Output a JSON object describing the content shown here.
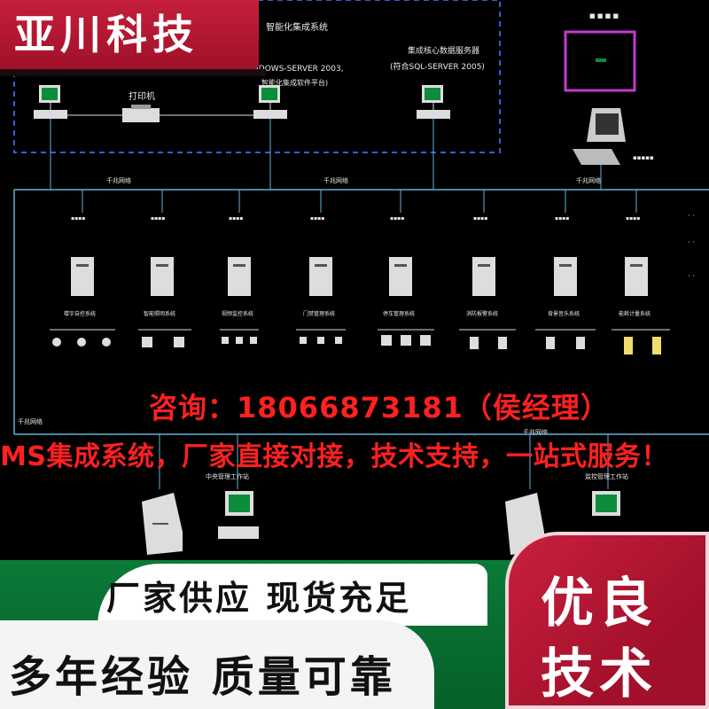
{
  "brand": {
    "name": "亚川科技"
  },
  "diagram": {
    "top_servers": {
      "left_title": "智能化集成系统",
      "left_sub": "(WINDOWS-SERVER 2003,",
      "left_sub2": "智能化集成软件平台)",
      "right_title": "集成核心数据服务器",
      "right_sub": "(符合SQL-SERVER 2005)",
      "printer": "打印机"
    },
    "network_labels": [
      "千兆网络",
      "千兆网络",
      "千兆网络",
      "千兆网络",
      "千兆网络"
    ],
    "subsystems": [
      "楼宇自控系统",
      "智能照明系统",
      "视频监控系统",
      "门禁管理系统",
      "停车管理系统",
      "消防报警系统",
      "背景音乐系统",
      "能耗计量系统"
    ],
    "bottom_labels": [
      "中央管理工作站",
      "监控管理工作站"
    ]
  },
  "contact": "咨询：18066873181（侯经理）",
  "slogan": "MS集成系统，厂家直接对接，技术支持，一站式服务！",
  "banners": {
    "line1": "厂家供应 现货充足",
    "line2": "多年经验 质量可靠",
    "red1": "优良",
    "red2": "技术"
  },
  "colors": {
    "background": "#000000",
    "bus_line": "#5fb3d9",
    "dashed_box": "#3a5bd8",
    "monitor_frame": "#c43ad1",
    "contact_red": "#ff2020",
    "brand_red": "#c51f3c",
    "green": "#0a7a38"
  }
}
